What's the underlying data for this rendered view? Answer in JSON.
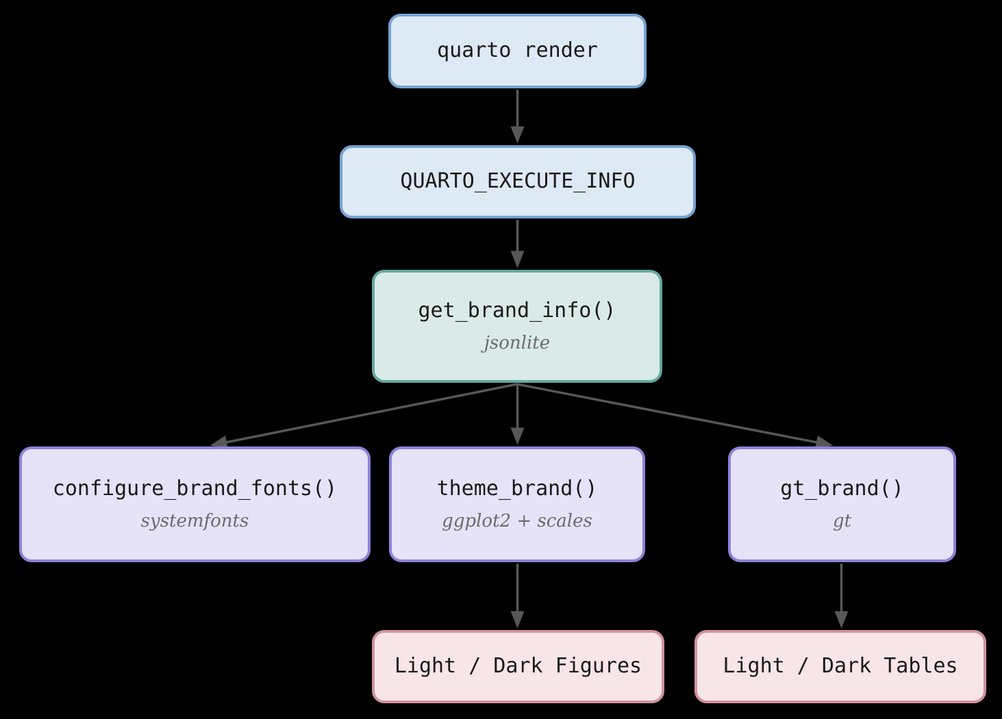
{
  "diagram": {
    "colors": {
      "background": "#000000",
      "arrow": "#575757",
      "node_text": "#1a1a1a",
      "node_subtext": "#6b6b6b",
      "blue_fill": "#dde9f5",
      "blue_border": "#76a3d2",
      "teal_fill": "#daeae8",
      "teal_border": "#66a8a2",
      "purple_fill": "#e6e2f8",
      "purple_border": "#8c84da",
      "pink_fill": "#f8e5e8",
      "pink_border": "#d0929f"
    },
    "nodes": {
      "quarto_render": {
        "label": "quarto render",
        "kind": "blue"
      },
      "quarto_execute_info": {
        "label": "QUARTO_EXECUTE_INFO",
        "kind": "blue"
      },
      "get_brand_info": {
        "label": "get_brand_info()",
        "sublabel": "jsonlite",
        "kind": "teal"
      },
      "configure_brand_fonts": {
        "label": "configure_brand_fonts()",
        "sublabel": "systemfonts",
        "kind": "purple"
      },
      "theme_brand": {
        "label": "theme_brand()",
        "sublabel": "ggplot2 + scales",
        "kind": "purple"
      },
      "gt_brand": {
        "label": "gt_brand()",
        "sublabel": "gt",
        "kind": "purple"
      },
      "light_dark_figures": {
        "label": "Light / Dark Figures",
        "kind": "pink"
      },
      "light_dark_tables": {
        "label": "Light / Dark Tables",
        "kind": "pink"
      }
    },
    "edges": [
      {
        "from": "quarto_render",
        "to": "quarto_execute_info"
      },
      {
        "from": "quarto_execute_info",
        "to": "get_brand_info"
      },
      {
        "from": "get_brand_info",
        "to": "configure_brand_fonts"
      },
      {
        "from": "get_brand_info",
        "to": "theme_brand"
      },
      {
        "from": "get_brand_info",
        "to": "gt_brand"
      },
      {
        "from": "theme_brand",
        "to": "light_dark_figures"
      },
      {
        "from": "gt_brand",
        "to": "light_dark_tables"
      }
    ]
  }
}
